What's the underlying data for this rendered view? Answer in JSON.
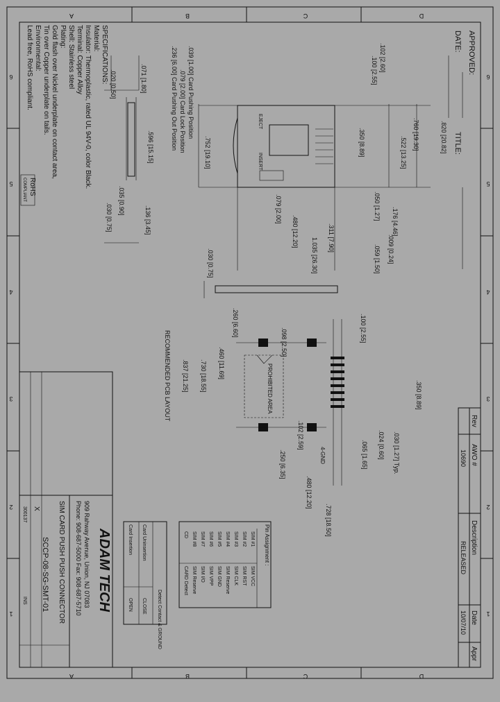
{
  "zones": {
    "top": [
      "D",
      "C",
      "B",
      "A"
    ],
    "bottom": [
      "D",
      "C",
      "B",
      "A"
    ],
    "left": [
      "6",
      "5",
      "4",
      "3",
      "2",
      "1"
    ],
    "right": [
      "6",
      "5",
      "4",
      "3",
      "2",
      "1"
    ]
  },
  "approval": {
    "approved": "APPROVED:",
    "date": "DATE:",
    "title": "TITLE:"
  },
  "specifications": {
    "heading": "SPECIFICATIONS:",
    "lines": [
      "Material:",
      "Insulator: Thermoplastic, rated UL 94V-0, color Black.",
      "Terminal: Copper Alloy",
      "Shell: Stainless steel",
      "Plating:",
      "Gold flash over Nickel underplate on contact area,",
      "Tin over Copper underplate on tails.",
      "Environmental:",
      "Lead free, RoHS compliant."
    ],
    "rohs_badge": "RoHS",
    "rohs_sub": "COMPLIANT"
  },
  "top_view": {
    "eject_label": "EJECT",
    "insert_label": "INSERT",
    "dims": [
      ".039 [1.00] Card Pushing Position",
      ".079 [2.00] Card Lock Position",
      ".236 [6.00] Card Pushing Out Position",
      ".752 [19.10]",
      ".102 [2.60]",
      ".100 [2.55]",
      ".350 [8.89]",
      ".522 [13.25]",
      ".760 [19.30]",
      ".820 [20.82]",
      ".079 [2.00]",
      ".050 [1.27]",
      ".176 [4.46]",
      ".480 [12.20]",
      ".311 [7.90]",
      ".009 [0.24]",
      ".059 [1.50]",
      "1.035 [26.30]"
    ]
  },
  "side_view": {
    "dims": [
      ".020 [0.50]",
      ".071 [1.80]",
      ".596 [15.15]",
      ".136 [3.45]",
      ".035 [0.90]",
      ".030 [0.75]"
    ]
  },
  "front_view": {
    "dims": [
      ".030 [0.75]"
    ]
  },
  "pcb_layout": {
    "caption": "RECOMMENDED PCB LAYOUT",
    "prohibited": "PROHIBITED AREA",
    "gnd_note": "4-GND",
    "dims": [
      ".260 [6.60]",
      ".098 [2.50]",
      ".460 [11.69]",
      ".730 [18.55]",
      ".837 [21.25]",
      ".100 [2.55]",
      ".350 [8.89]",
      ".030 [1.27] Typ.",
      ".024 [0.60]",
      ".065 [1.65]",
      ".102 [2.59]",
      ".250 [6.35]",
      ".480 [12.20]",
      ".728 [18.50]"
    ]
  },
  "revision_table": {
    "headers": [
      "Rev",
      "AWO #",
      "Description",
      "Date",
      "Appr"
    ],
    "rows": [
      [
        "",
        "10690",
        "RELEASED",
        "10/07/10",
        ""
      ]
    ]
  },
  "pin_assignment": {
    "title": "Pin Assignment :",
    "rows": [
      [
        "SIM #1",
        "SIM VCC"
      ],
      [
        "SIM #2",
        "SIM RST"
      ],
      [
        "SIM #3",
        "SIM CLK"
      ],
      [
        "SIM #4",
        "SIM Reserve"
      ],
      [
        "SIM #5",
        "SIM GND"
      ],
      [
        "SIM #6",
        "SIM VPP"
      ],
      [
        "SIM #7",
        "SIM I/O"
      ],
      [
        "SIM #8",
        "SIM Reserve"
      ],
      [
        "CD",
        "CARD Detect"
      ]
    ]
  },
  "detect_table": {
    "header": "Detect Contact & GROUND",
    "rows": [
      [
        "Card Uninsertion",
        "CLOSE"
      ],
      [
        "Card Insertion",
        "OPEN"
      ]
    ]
  },
  "title_block": {
    "company": "ADAM TECH",
    "address": "909 Rahway Avenue, Union, NJ 07083",
    "phone": "Phone: 908-687-5000  Fax: 908-687-5710",
    "title": "SIM CARD PUSH PUSH CONNECTOR",
    "part_number": "SCCP-08-SG-SMT-01",
    "sheet_marker": "X",
    "units": "INS",
    "drawing_no": "300137"
  }
}
